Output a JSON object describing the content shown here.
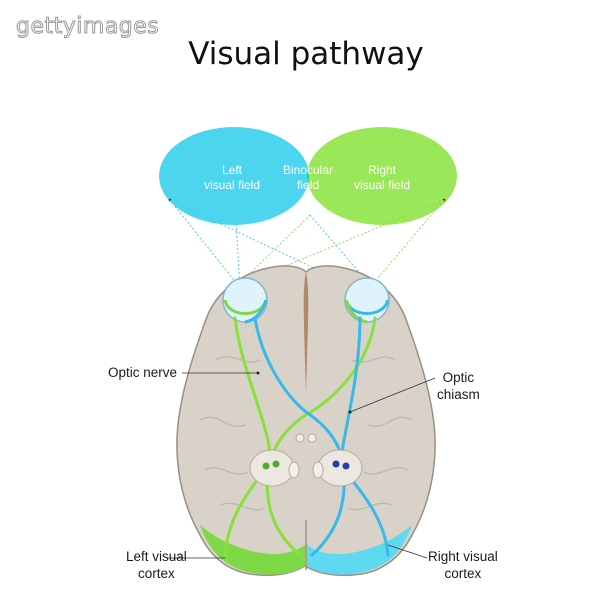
{
  "watermark": "gettyimages",
  "title": "Visual pathway",
  "fields": {
    "left_line1": "Left",
    "left_line2": "visual field",
    "binocular_line1": "Binocular",
    "binocular_line2": "field",
    "right_line1": "Right",
    "right_line2": "visual field"
  },
  "labels": {
    "optic_nerve": "Optic nerve",
    "optic_chiasm_line1": "Optic",
    "optic_chiasm_line2": "chiasm",
    "left_cortex_line1": "Left visual",
    "left_cortex_line2": "cortex",
    "right_cortex_line1": "Right visual",
    "right_cortex_line2": "cortex"
  },
  "colors": {
    "left_field": "#4dd5f0",
    "right_field": "#9ae85a",
    "binocular": "#2fd36a",
    "left_pathway": "#87e03c",
    "right_pathway": "#39b8ea",
    "brain": "#d9d2c8",
    "brain_outline": "#9a8f86",
    "left_cortex": "#7fd848",
    "right_cortex": "#5fd9ef"
  }
}
